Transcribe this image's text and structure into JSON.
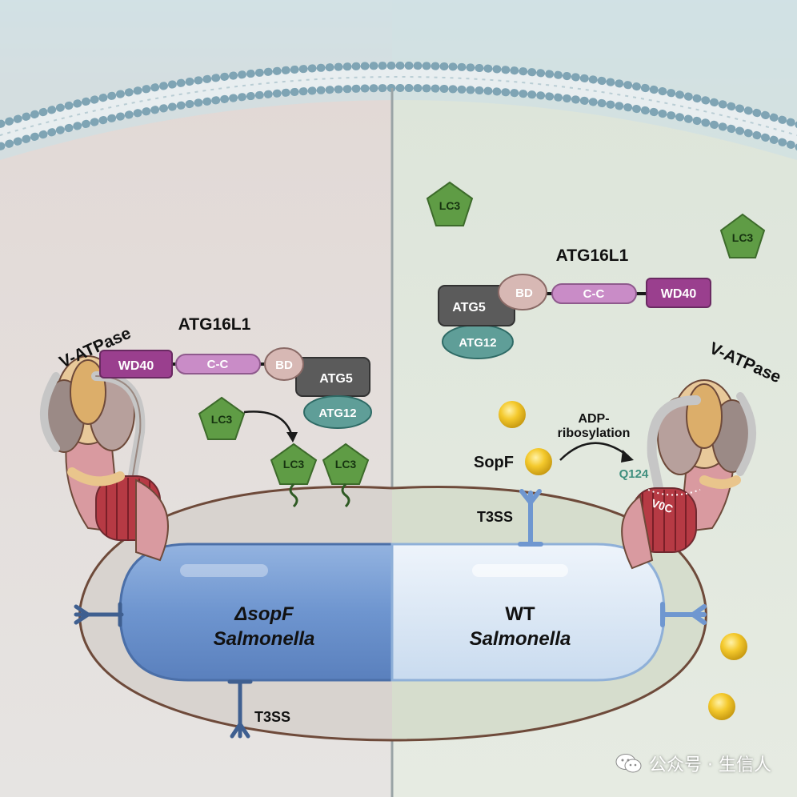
{
  "left_panel": {
    "vatpase_label": "V-ATPase",
    "atg16l1_label": "ATG16L1",
    "domains": {
      "wd40": "WD40",
      "cc": "C-C",
      "bd": "BD"
    },
    "atg5": "ATG5",
    "atg12": "ATG12",
    "lc3_free": "LC3",
    "lc3_bound": [
      "LC3",
      "LC3"
    ],
    "bacterium_line1": "ΔsopF",
    "bacterium_line2": "Salmonella",
    "t3ss_label": "T3SS"
  },
  "right_panel": {
    "lc3_free": [
      "LC3",
      "LC3"
    ],
    "atg16l1_label": "ATG16L1",
    "domains": {
      "bd": "BD",
      "cc": "C-C",
      "wd40": "WD40"
    },
    "atg5": "ATG5",
    "atg12": "ATG12",
    "vatpase_label": "V-ATPase",
    "sopf_label": "SopF",
    "adp_label_line1": "ADP-",
    "adp_label_line2": "ribosylation",
    "q124_label": "Q124",
    "v0c_label": "V0C",
    "t3ss_label": "T3SS",
    "bacterium_line1": "WT",
    "bacterium_line2": "Salmonella"
  },
  "watermark": {
    "text": "公众号 · 生信人",
    "icon": "wechat-icon"
  },
  "colors": {
    "membrane_blue": "#7fa4b4",
    "wd40": "#9a3f8e",
    "cc": "#c98cc7",
    "bd": "#d7b8b4",
    "atg5": "#5b5b5b",
    "atg12": "#5f9e98",
    "lc3": "#5f9c45",
    "sopf": "#f2c22a",
    "bacterium_left": "#6b93cf",
    "bacterium_right": "#d9e7f5"
  }
}
